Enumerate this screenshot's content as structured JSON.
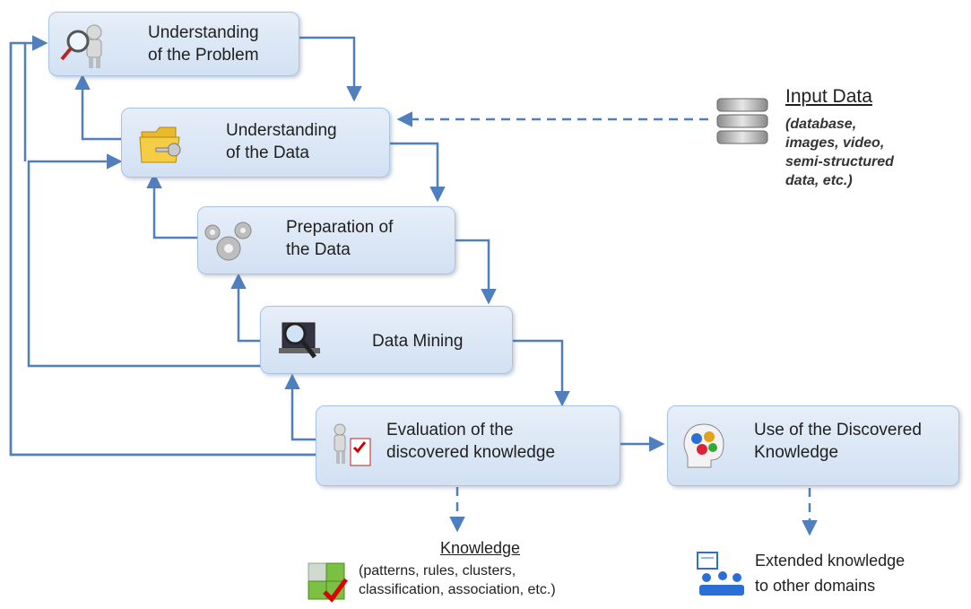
{
  "steps": [
    {
      "id": "problem",
      "label": "Understanding\nof the Problem",
      "icon": "magnifier-person-icon"
    },
    {
      "id": "data",
      "label": "Understanding\nof the Data",
      "icon": "folder-key-icon"
    },
    {
      "id": "prep",
      "label": "Preparation of\nthe Data",
      "icon": "gears-icon"
    },
    {
      "id": "mining",
      "label": "Data Mining",
      "icon": "laptop-magnifier-icon"
    },
    {
      "id": "eval",
      "label": "Evaluation of the\ndiscovered knowledge",
      "icon": "checklist-person-icon"
    },
    {
      "id": "use",
      "label": "Use of the Discovered\nKnowledge",
      "icon": "head-gears-icon"
    }
  ],
  "input_data": {
    "title": "Input Data",
    "details": "(database,\nimages, video,\nsemi-structured\ndata, etc.)",
    "icon": "database-icon"
  },
  "knowledge": {
    "title": "Knowledge",
    "details": "(patterns, rules, clusters,\nclassification, association, etc.)",
    "icon": "puzzle-check-icon"
  },
  "extended": {
    "text": "Extended knowledge\nto other domains",
    "icon": "people-board-icon"
  },
  "colors": {
    "arrow": "#4f7fbf",
    "box_fill": "#dbe6f4",
    "box_border": "#a9c3e3"
  }
}
